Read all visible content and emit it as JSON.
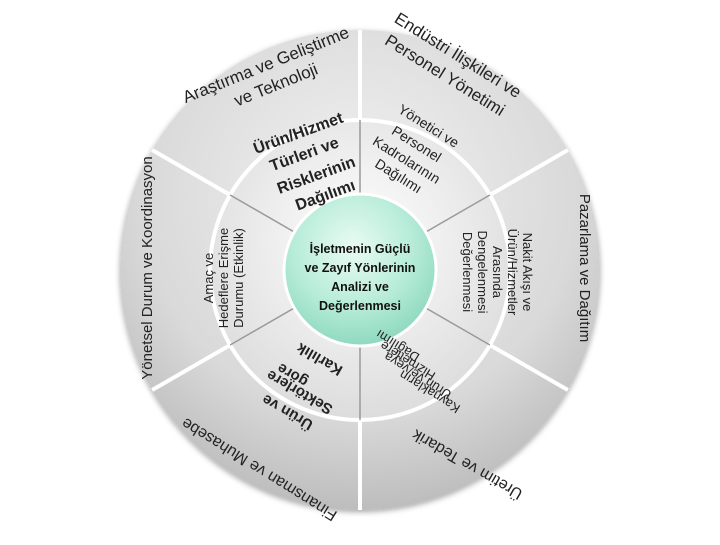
{
  "center": {
    "lines": [
      "İşletmenin Güçlü",
      "ve Zayıf  Yönlerinin",
      "Analizi ve",
      "Değerlenmesi"
    ]
  },
  "outer_ring": {
    "top_left": [
      "Araştırma ve Geliştirme",
      "ve Teknoloji"
    ],
    "top_right": [
      "Endüstri İlişkileri ve",
      "Personel Yönetimi"
    ],
    "right": "Pazarlama ve Dağıtım",
    "bottom_right": "Üretim ve Tedarik",
    "bottom_left": "Finansman ve Muhasebe",
    "left": "Yönetsel Durum ve Koordinasyon"
  },
  "inner_ring": {
    "top_left": [
      "Ürün/Hizmet",
      "Türleri ve",
      "Risklerinin",
      "Dağılımı"
    ],
    "top_right": [
      "Yönetici ve",
      "Personel",
      "Kadrolarının",
      "Dağılımı"
    ],
    "right": [
      "Nakit Akışı ve",
      "Ürün/Hizmetler",
      "Arasında",
      "Dengelenmesi",
      "Değerlenmesi"
    ],
    "bottom_right": [
      "Kaynakların",
      "Ürün ve/veya",
      "Hizmetlere",
      "Dağılımı"
    ],
    "bottom_left": [
      "Ürün ve",
      "Sektörlere",
      "göre",
      "Karlılık"
    ],
    "left": [
      "Amaç ve",
      "Hedeflere Erişme",
      "Durumu (Etkinlik)"
    ]
  }
}
